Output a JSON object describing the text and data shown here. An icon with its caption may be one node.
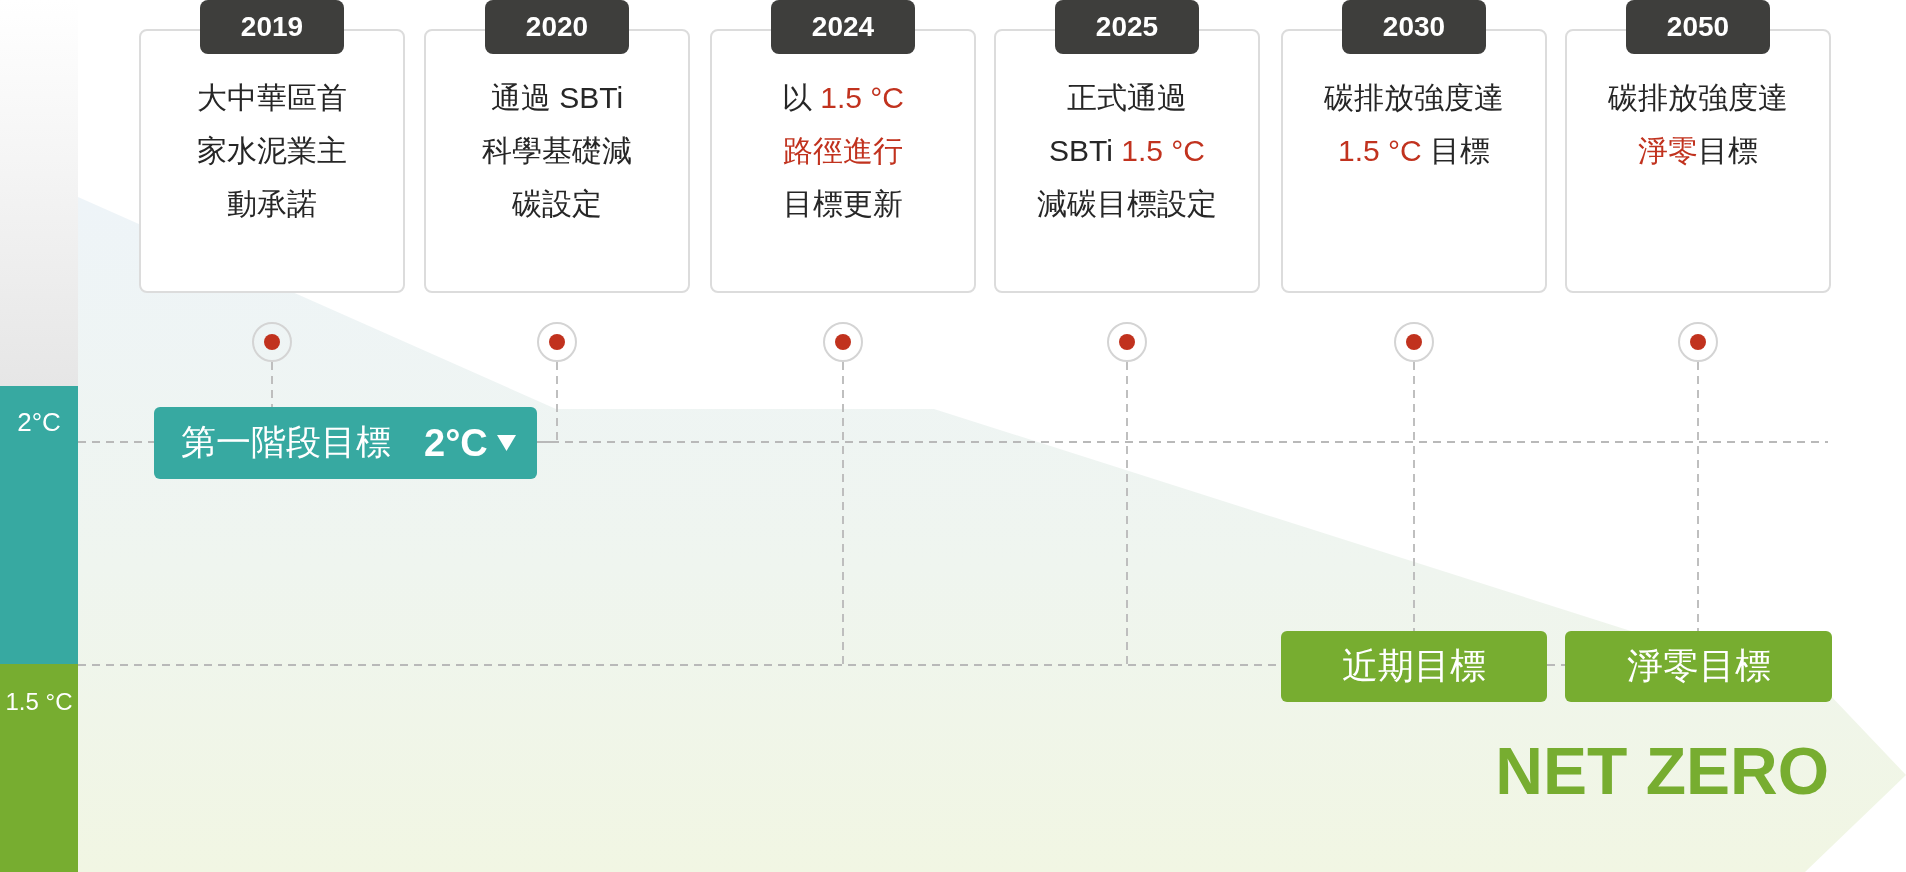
{
  "diagram": {
    "nodes": [
      {
        "text": [
          "2019",
          "大中華區首家水泥業主動承諾"
        ]
      },
      {
        "text": [
          "2020",
          "通過 SBTi科學基礎減碳設定"
        ]
      },
      {
        "text": [
          "2024",
          "以 **1.5 °C路徑進行**目標更新"
        ]
      },
      {
        "text": [
          "2025",
          "正式通過SBTi **1.5 °C**減碳目標設定"
        ]
      },
      {
        "text": [
          "2030",
          "碳排放強度達**1.5 °C** 目標"
        ]
      },
      {
        "text": [
          "2050",
          "碳排放強度達**淨零**目標"
        ]
      },
      {
        "text": [],
        "shape": "circle"
      },
      {
        "text": [],
        "shape": "circle"
      },
      {
        "text": [],
        "shape": "circle"
      },
      {
        "text": [],
        "shape": "circle"
      },
      {
        "text": [],
        "shape": "circle"
      },
      {
        "text": [],
        "shape": "circle"
      },
      {
        "text": [],
        "shape": "bar"
      },
      {
        "text": [
          "2°C"
        ]
      },
      {
        "text": [
          "第一階段目標",
          "2°C"
        ]
      },
      {
        "text": [
          "1.5 °C"
        ]
      },
      {
        "text": [
          "近期目標"
        ]
      },
      {
        "text": [
          "淨零目標"
        ]
      }
    ],
    "edges": [
      {
        "from": 6,
        "to": 14,
        "arrow": "none",
        "style": "dashed"
      },
      {
        "from": 7,
        "to": 14,
        "arrow": "none",
        "style": "dashed"
      },
      {
        "from": 8,
        "to": null,
        "arrow": "none",
        "style": "dashed"
      },
      {
        "from": 9,
        "to": null,
        "arrow": "none",
        "style": "dashed"
      },
      {
        "from": 10,
        "to": 16,
        "arrow": "none",
        "style": "dashed"
      },
      {
        "from": 11,
        "to": 17,
        "arrow": "none",
        "style": "dashed"
      },
      {
        "from": 13,
        "to": 14,
        "arrow": "none",
        "style": "dashed"
      },
      {
        "from": 14,
        "to": null,
        "arrow": "none",
        "style": "dashed"
      },
      {
        "from": 15,
        "to": 16,
        "arrow": "none",
        "style": "dashed"
      },
      {
        "from": 16,
        "to": 17,
        "arrow": "none",
        "style": "dashed"
      }
    ],
    "labels": [
      "NET ZERO"
    ]
  }
}
